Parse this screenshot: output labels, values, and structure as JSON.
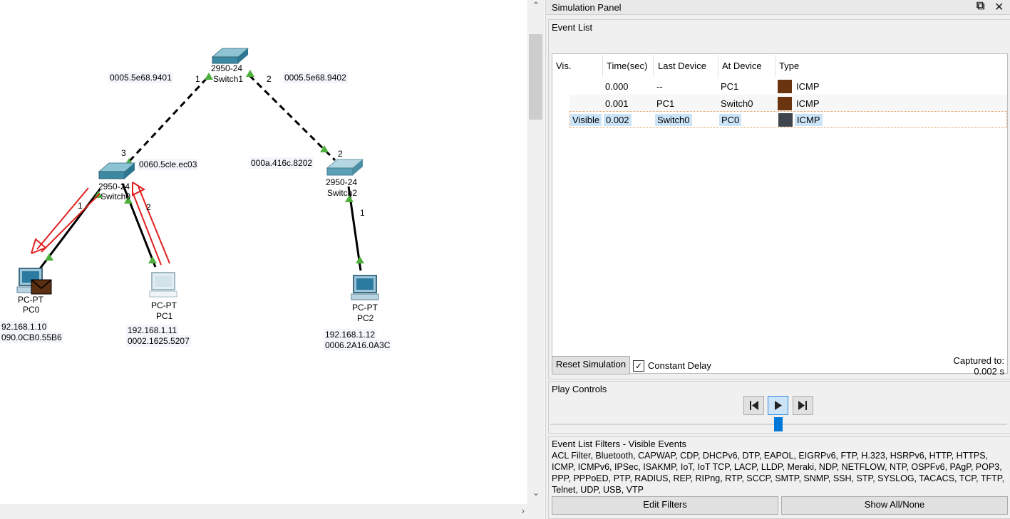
{
  "topology": {
    "switch1": {
      "model": "2950-24",
      "name": "Switch1",
      "port_left": "1",
      "port_right": "2",
      "mac_left": "0005.5e68.9401",
      "mac_right": "0005.5e68.9402"
    },
    "switch0": {
      "model": "2950-24",
      "name": "Switch0",
      "port_top": "3",
      "port_left": "1",
      "port_right": "2",
      "mac": "0060.5cle.ec03"
    },
    "switch2": {
      "model": "2950-24",
      "name": "Switch2",
      "port_top": "2",
      "port_bottom": "1",
      "mac": "000a.416c.8202"
    },
    "pc0": {
      "type": "PC-PT",
      "name": "PC0",
      "ip": "92.168.1.10",
      "mac": "090.0CB0.55B6"
    },
    "pc1": {
      "type": "PC-PT",
      "name": "PC1",
      "ip": "192.168.1.11",
      "mac": "0002.1625.5207"
    },
    "pc2": {
      "type": "PC-PT",
      "name": "PC2",
      "ip": "192.168.1.12",
      "mac": "0006.2A16.0A3C"
    }
  },
  "panel": {
    "title": "Simulation Panel",
    "event_list_label": "Event List",
    "columns": [
      "Vis.",
      "Time(sec)",
      "Last Device",
      "At Device",
      "Type"
    ],
    "rows": [
      {
        "vis": "",
        "time": "0.000",
        "last": "--",
        "at": "PC1",
        "type": "ICMP",
        "color": "#6b3410"
      },
      {
        "vis": "",
        "time": "0.001",
        "last": "PC1",
        "at": "Switch0",
        "type": "ICMP",
        "color": "#6b3410"
      },
      {
        "vis": "Visible",
        "time": "0.002",
        "last": "Switch0",
        "at": "PC0",
        "type": "ICMP",
        "color": "#3e454d"
      }
    ],
    "reset_label": "Reset Simulation",
    "constant_delay_label": "Constant Delay",
    "captured_label": "Captured to:",
    "captured_value": "0.002 s",
    "play_controls_label": "Play Controls",
    "filters_label": "Event List Filters - Visible Events",
    "filters_text": "ACL Filter, Bluetooth, CAPWAP, CDP, DHCPv6, DTP, EAPOL, EIGRPv6, FTP, H.323, HSRPv6, HTTP, HTTPS, ICMP, ICMPv6, IPSec, ISAKMP, IoT, IoT TCP, LACP, LLDP, Meraki, NDP, NETFLOW, NTP, OSPFv6, PAgP, POP3, PPP, PPPoED, PTP, RADIUS, REP, RIPng, RTP, SCCP, SMTP, SNMP, SSH, STP, SYSLOG, TACACS, TCP, TFTP, Telnet, UDP, USB, VTP",
    "edit_filters_label": "Edit Filters",
    "show_all_label": "Show All/None"
  },
  "icons": [
    "switch-icon",
    "pc-icon",
    "envelope-icon",
    "restore-icon",
    "close-icon",
    "back-icon",
    "play-icon",
    "forward-icon",
    "checkbox-icon"
  ]
}
